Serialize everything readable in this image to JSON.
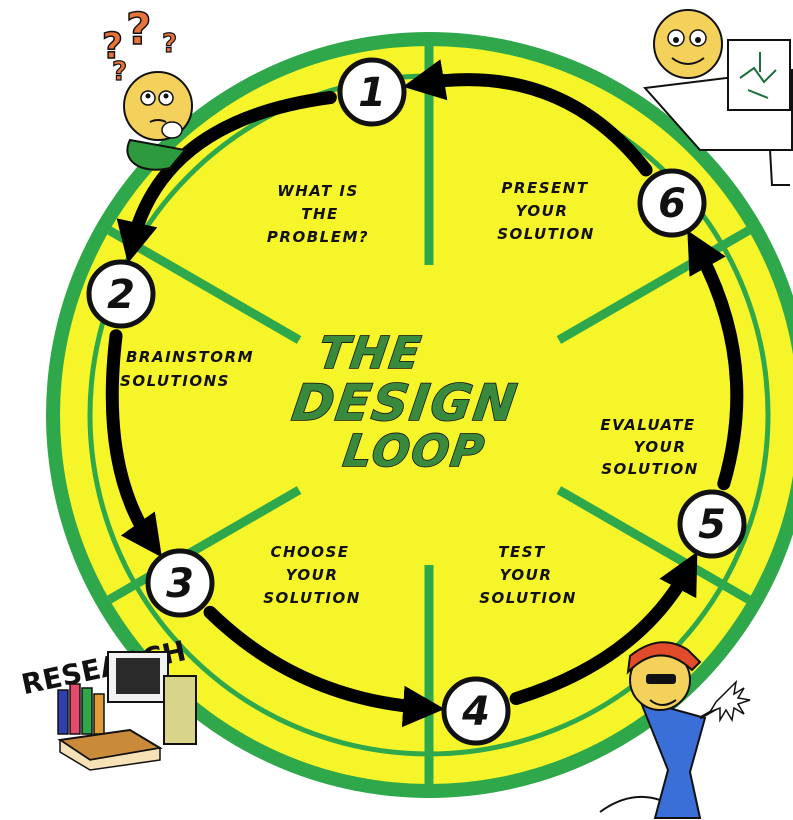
{
  "diagram": {
    "title": [
      "THE",
      "DESIGN",
      "LOOP"
    ],
    "colors": {
      "wheel_fill": "#f6f52a",
      "rim": "#2ea84a",
      "spoke": "#2ea84a",
      "title_fill": "#3a8a3e",
      "arrow": "#000000",
      "node_fill": "#ffffff"
    },
    "steps": [
      {
        "number": "1",
        "label": [
          "WHAT IS",
          "THE",
          "PROBLEM?"
        ]
      },
      {
        "number": "2",
        "label": [
          "BRAINSTORM",
          "SOLUTIONS"
        ]
      },
      {
        "number": "3",
        "label": [
          "CHOOSE",
          "YOUR",
          "SOLUTION"
        ]
      },
      {
        "number": "4",
        "label": [
          "TEST",
          "YOUR",
          "SOLUTION"
        ]
      },
      {
        "number": "5",
        "label": [
          "EVALUATE",
          "YOUR",
          "SOLUTION"
        ]
      },
      {
        "number": "6",
        "label": [
          "PRESENT",
          "YOUR",
          "SOLUTION"
        ]
      }
    ],
    "flow": [
      [
        "1",
        "2"
      ],
      [
        "2",
        "3"
      ],
      [
        "3",
        "4"
      ],
      [
        "4",
        "5"
      ],
      [
        "5",
        "6"
      ],
      [
        "6",
        "1"
      ]
    ],
    "side_caption": "RESEARCH",
    "illustrations": [
      "thinking-face-icon",
      "presenter-icon",
      "computer-books-icon",
      "welder-icon"
    ]
  }
}
